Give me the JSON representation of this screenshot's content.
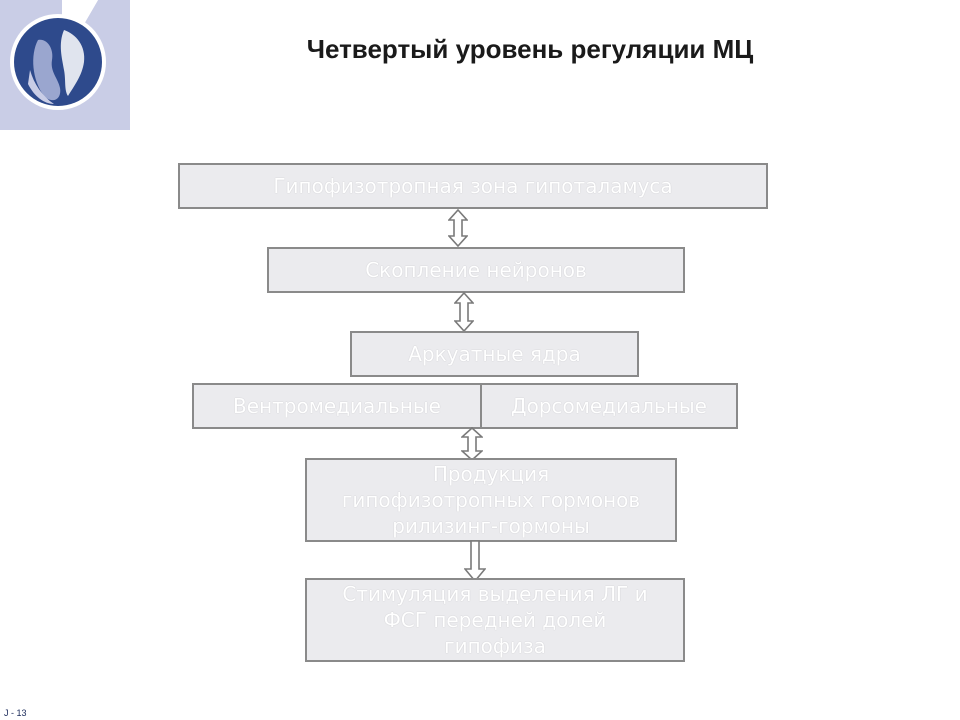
{
  "title": "Четвертый уровень регуляции МЦ",
  "diagram": {
    "boxes": {
      "hypophysiotropic_zone": "Гипофизотропная зона гипоталамуса",
      "neuron_cluster": "Скопление нейронов",
      "arcuate_nuclei": "Аркуатные ядра",
      "ventromedial": "Вентромедиальные",
      "dorsomedial": "Дорсомедиальные",
      "production": [
        "Продукция",
        "гипофизотропных гормонов",
        "рилизинг-гормоны"
      ],
      "stimulation": [
        "Стимуляция выделения ЛГ и",
        "ФСГ передней долей",
        "гипофиза"
      ]
    }
  },
  "footer": "J - 13",
  "colors": {
    "box_fill": "#ebebee",
    "box_border": "#8a8a8a",
    "box_text": "#ffffff",
    "logo_navy": "#2e4a8c",
    "logo_light": "#c9cde6"
  },
  "icons": {
    "logo": "globe-logo-icon",
    "arrow": "double-arrow-icon"
  }
}
